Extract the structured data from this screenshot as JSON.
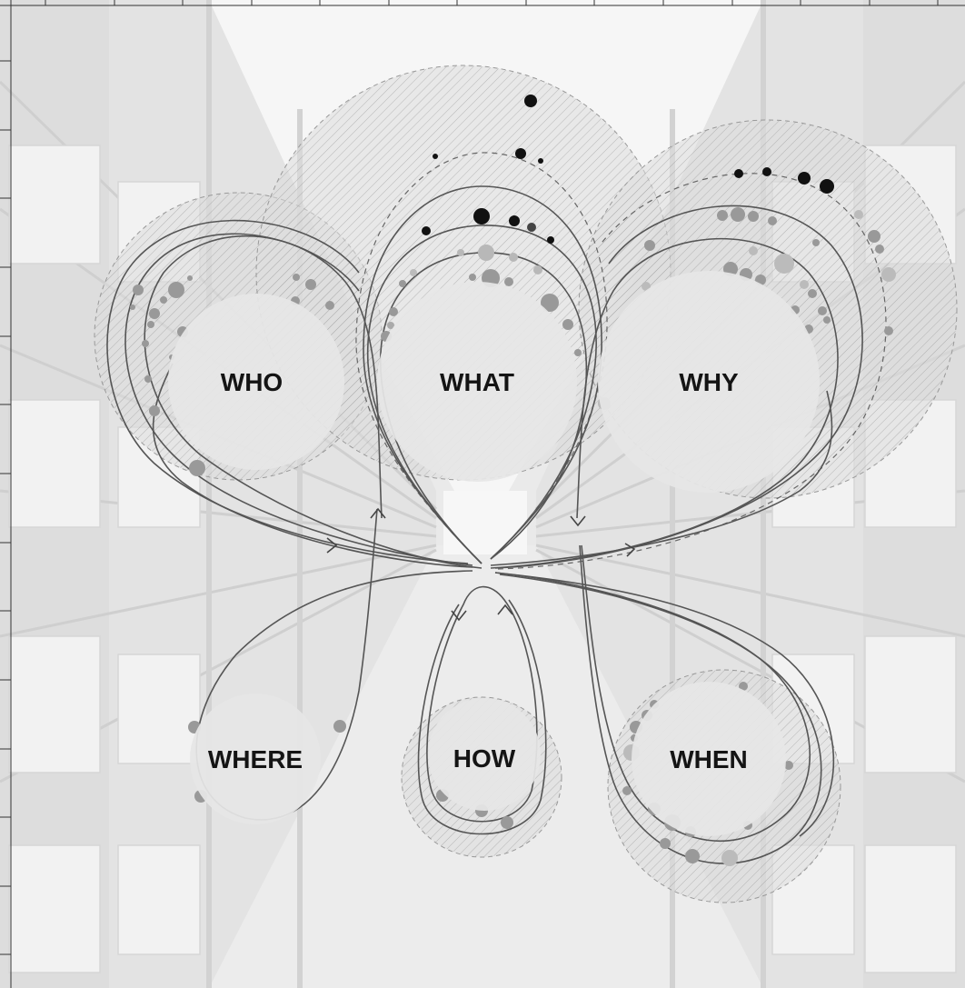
{
  "nodes": [
    {
      "id": "who",
      "label": "WHO"
    },
    {
      "id": "what",
      "label": "WHAT"
    },
    {
      "id": "why",
      "label": "WHY"
    },
    {
      "id": "where",
      "label": "WHERE"
    },
    {
      "id": "how",
      "label": "HOW"
    },
    {
      "id": "when",
      "label": "WHEN"
    }
  ],
  "colors": {
    "background": "#e8e8e8",
    "shelf_light": "#f1f1f1",
    "shelf_dark": "#cfcfcf",
    "circle_fill": "#e4e4e4",
    "hatch": "#8a8a8a",
    "line": "#555555",
    "dot_dark": "#111111",
    "dot_mid": "#8c8c8c",
    "dot_light": "#b8b8b8",
    "label": "#141414"
  }
}
